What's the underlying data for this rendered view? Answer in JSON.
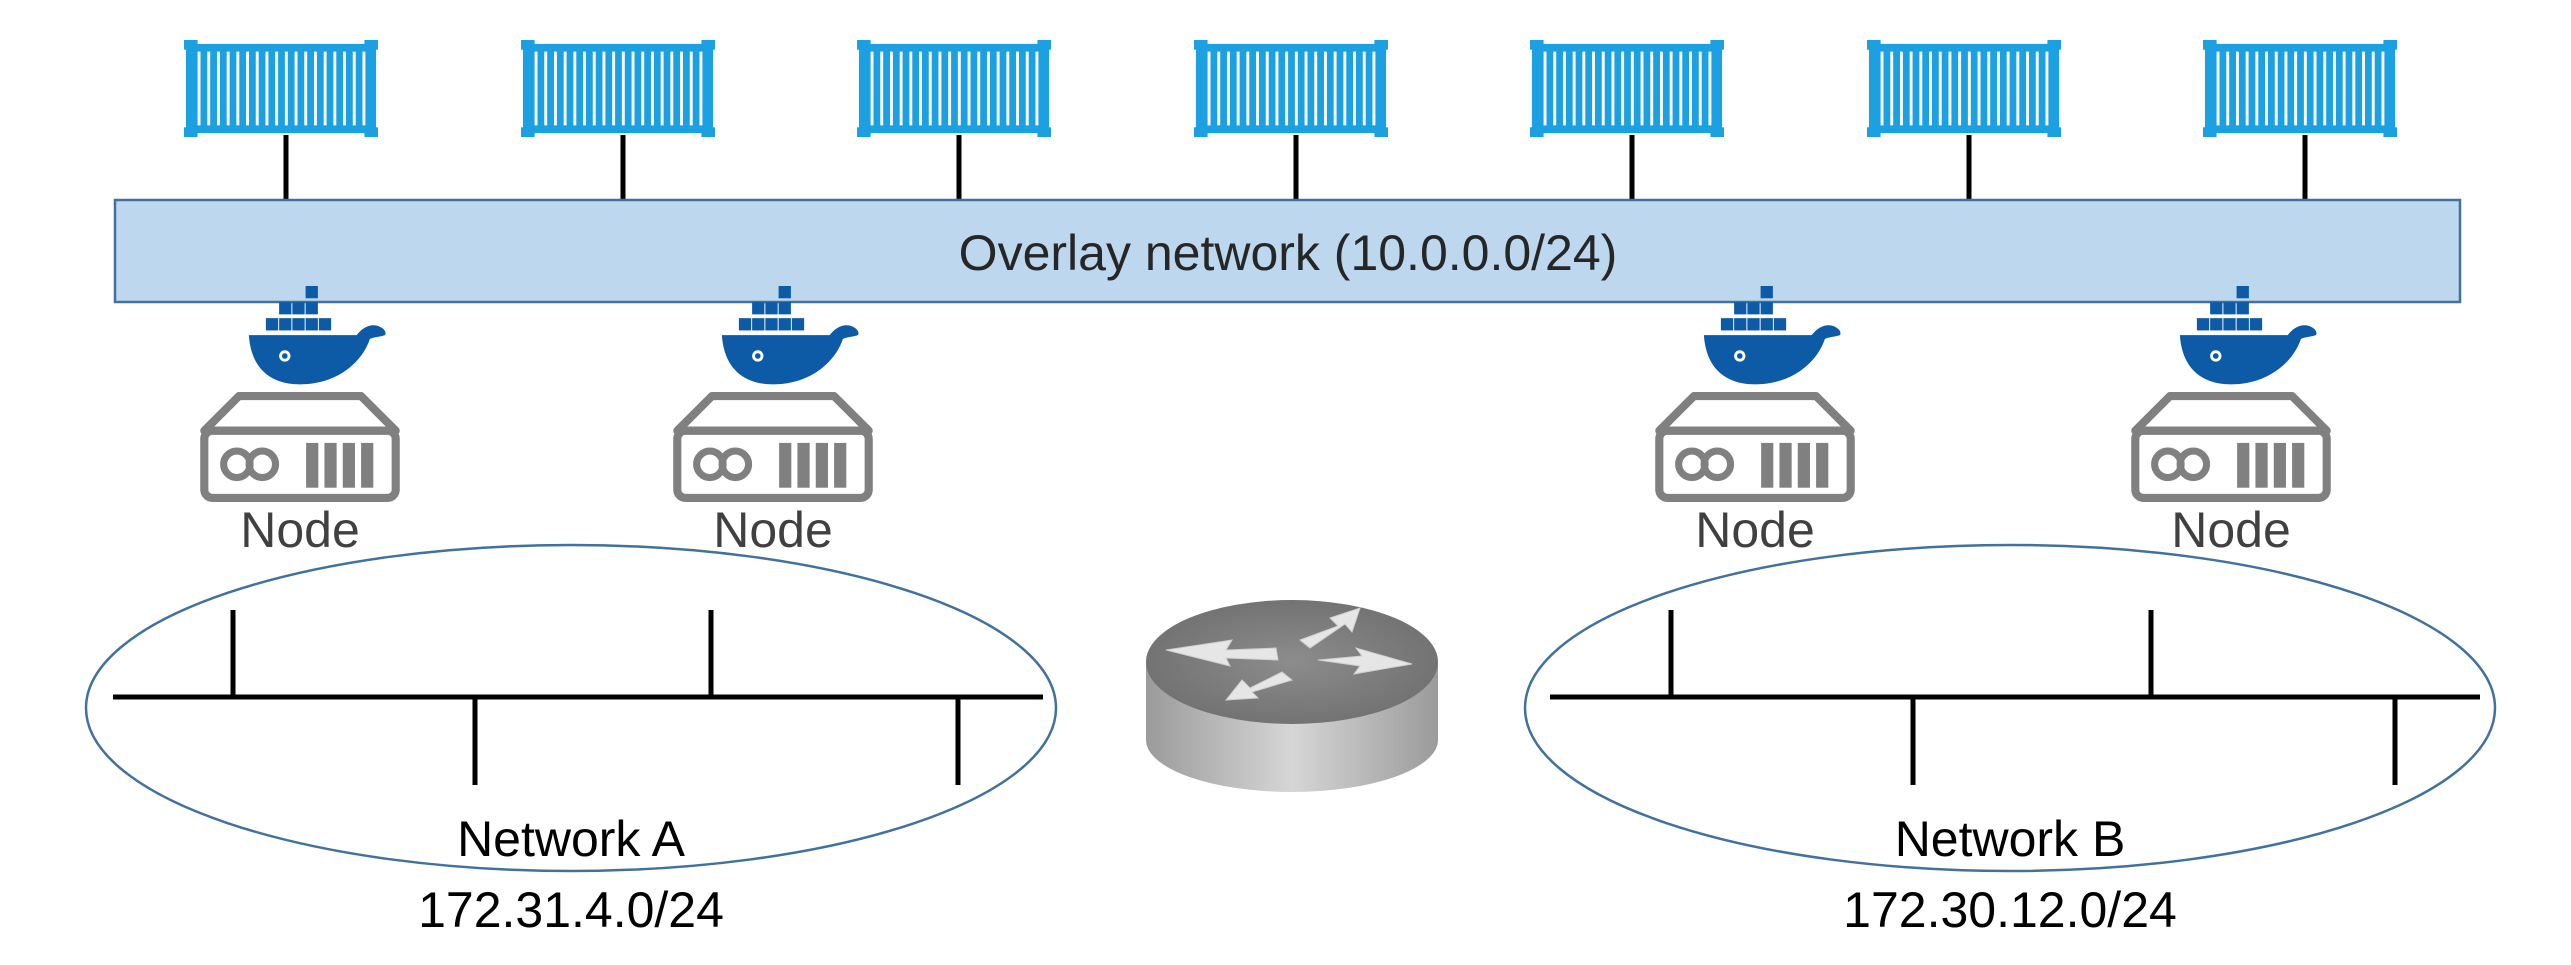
{
  "overlay": {
    "label": "Overlay network (10.0.0.0/24)"
  },
  "containers_count_shown": 7,
  "nodes": [
    {
      "label": "Node",
      "network": "A"
    },
    {
      "label": "Node",
      "network": "A"
    },
    {
      "label": "Node",
      "network": "B"
    },
    {
      "label": "Node",
      "network": "B"
    }
  ],
  "networks": [
    {
      "name": "Network A",
      "cidr": "172.31.4.0/24"
    },
    {
      "name": "Network B",
      "cidr": "172.30.12.0/24"
    }
  ],
  "colors": {
    "container": "#1ba1e2",
    "container_ribs": "#ffffff",
    "overlay_fill": "#bdd7ee",
    "overlay_stroke": "#41719c",
    "docker_whale": "#0d5aa7",
    "server": "#808080",
    "ellipse_stroke": "#41719c",
    "line": "#000000",
    "text": "#404040",
    "router_top": "#d9d9d9",
    "router_side": "#a6a6a6"
  },
  "icons": {
    "container": "shipping-container-icon",
    "docker": "docker-whale-icon",
    "server": "server-icon",
    "router": "router-icon"
  }
}
